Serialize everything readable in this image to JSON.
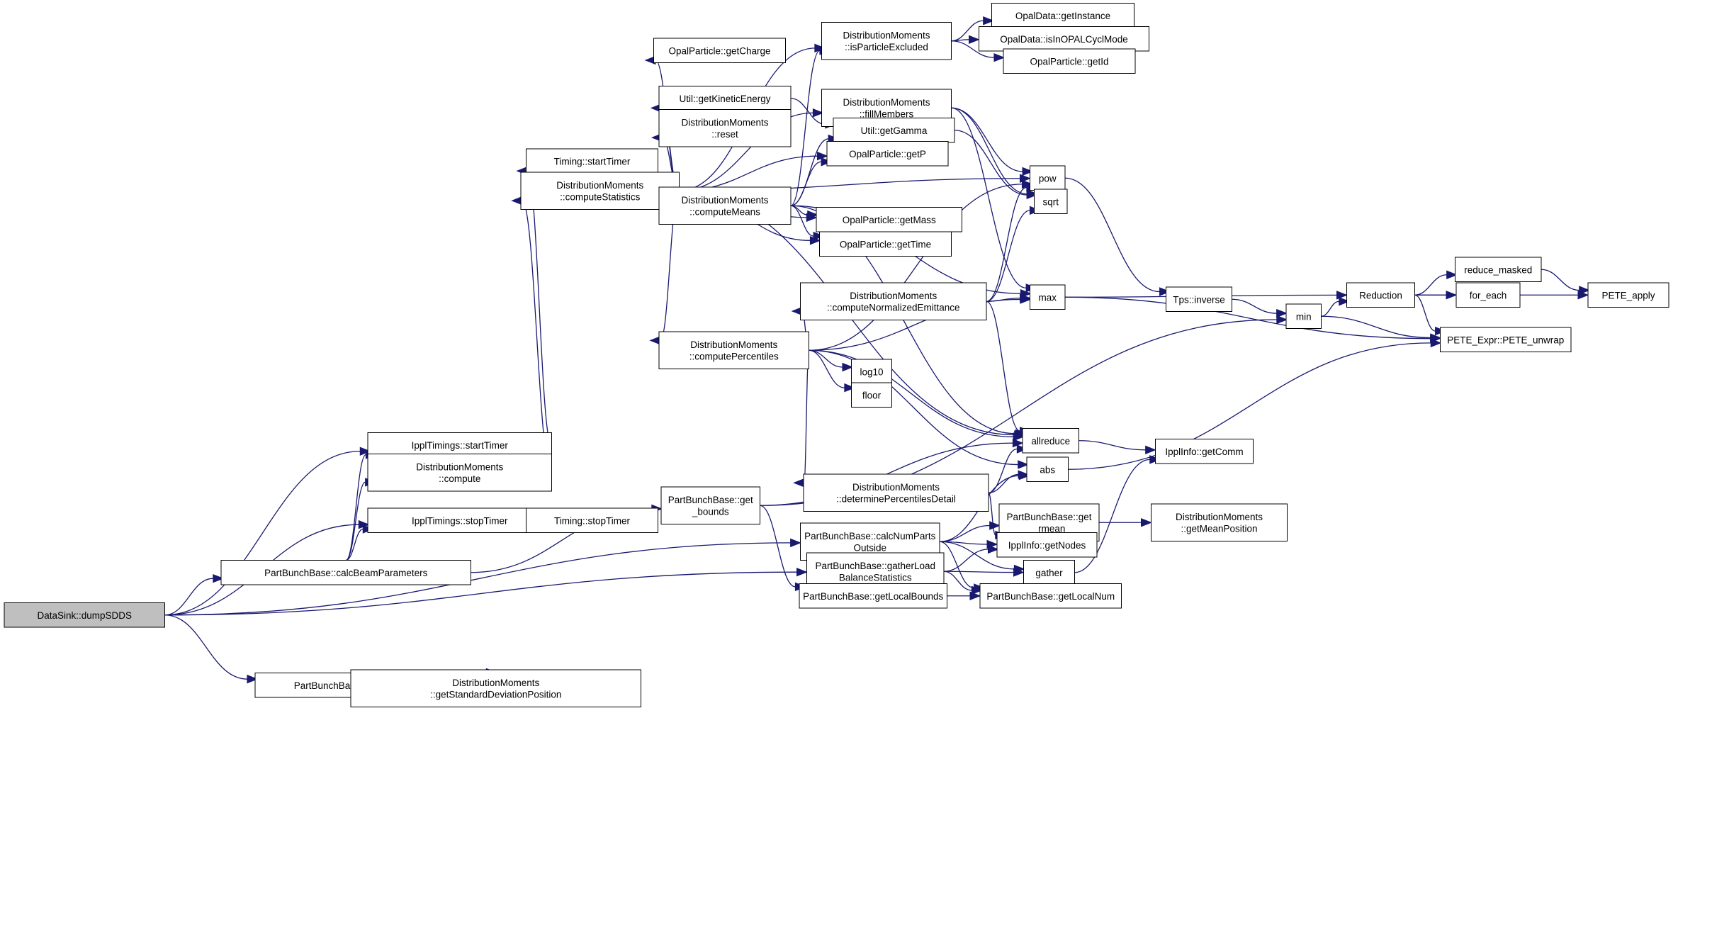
{
  "colors": {
    "edge": "#191970",
    "node_border": "#000000",
    "node_border_truncated": "#ff0000",
    "root_fill": "#bfbfbf",
    "node_fill": "#ffffff"
  },
  "nodes": {
    "dumpSDDS": {
      "lines": [
        "DataSink::dumpSDDS"
      ],
      "root": true
    },
    "calcBeamParameters": {
      "lines": [
        "PartBunchBase::calcBeamParameters"
      ]
    },
    "get_rrms": {
      "lines": [
        "PartBunchBase::get_rrms"
      ]
    },
    "getStdDevPos": {
      "lines": [
        "DistributionMoments",
        "::getStandardDeviationPosition"
      ]
    },
    "ipplStartTimer": {
      "lines": [
        "IpplTimings::startTimer"
      ]
    },
    "dmCompute": {
      "lines": [
        "DistributionMoments",
        "::compute"
      ]
    },
    "ipplStopTimer": {
      "lines": [
        "IpplTimings::stopTimer"
      ]
    },
    "timingStopTimer": {
      "lines": [
        "Timing::stopTimer"
      ]
    },
    "timingStartTimer": {
      "lines": [
        "Timing::startTimer"
      ]
    },
    "computeStatistics": {
      "lines": [
        "DistributionMoments",
        "::computeStatistics"
      ]
    },
    "getCharge": {
      "lines": [
        "OpalParticle::getCharge"
      ]
    },
    "getKineticEnergy": {
      "lines": [
        "Util::getKineticEnergy"
      ]
    },
    "dmReset": {
      "lines": [
        "DistributionMoments",
        "::reset"
      ]
    },
    "computeMeans": {
      "lines": [
        "DistributionMoments",
        "::computeMeans"
      ]
    },
    "computePercentiles": {
      "lines": [
        "DistributionMoments",
        "::computePercentiles"
      ]
    },
    "isParticleExcluded": {
      "lines": [
        "DistributionMoments",
        "::isParticleExcluded"
      ]
    },
    "fillMembers": {
      "lines": [
        "DistributionMoments",
        "::fillMembers"
      ]
    },
    "getGamma": {
      "lines": [
        "Util::getGamma"
      ],
      "truncated": true
    },
    "getP": {
      "lines": [
        "OpalParticle::getP"
      ]
    },
    "getMass": {
      "lines": [
        "OpalParticle::getMass"
      ]
    },
    "getTime": {
      "lines": [
        "OpalParticle::getTime"
      ]
    },
    "getInstance": {
      "lines": [
        "OpalData::getInstance"
      ],
      "truncated": true
    },
    "isInOPALCyclMode": {
      "lines": [
        "OpalData::isInOPALCyclMode"
      ]
    },
    "getId": {
      "lines": [
        "OpalParticle::getId"
      ]
    },
    "computeNormEmit": {
      "lines": [
        "DistributionMoments",
        "::computeNormalizedEmittance"
      ]
    },
    "log10": {
      "lines": [
        "log10"
      ]
    },
    "floor": {
      "lines": [
        "floor"
      ]
    },
    "pow": {
      "lines": [
        "pow"
      ]
    },
    "sqrt": {
      "lines": [
        "sqrt"
      ],
      "truncated": true
    },
    "max": {
      "lines": [
        "max"
      ]
    },
    "allreduce": {
      "lines": [
        "allreduce"
      ]
    },
    "abs": {
      "lines": [
        "abs"
      ]
    },
    "determinePercentilesDetail": {
      "lines": [
        "DistributionMoments",
        "::determinePercentilesDetail"
      ],
      "truncated": true
    },
    "getBounds": {
      "lines": [
        "PartBunchBase::get",
        "_bounds"
      ]
    },
    "calcNumPartsOutside": {
      "lines": [
        "PartBunchBase::calcNumParts",
        "Outside"
      ]
    },
    "gatherLoadBalanceStatistics": {
      "lines": [
        "PartBunchBase::gatherLoad",
        "BalanceStatistics"
      ]
    },
    "getLocalBounds": {
      "lines": [
        "PartBunchBase::getLocalBounds"
      ]
    },
    "getRmean": {
      "lines": [
        "PartBunchBase::get",
        "_rmean"
      ]
    },
    "getNodes": {
      "lines": [
        "IpplInfo::getNodes"
      ]
    },
    "gather": {
      "lines": [
        "gather"
      ]
    },
    "getLocalNum": {
      "lines": [
        "PartBunchBase::getLocalNum"
      ]
    },
    "getMeanPosition": {
      "lines": [
        "DistributionMoments",
        "::getMeanPosition"
      ]
    },
    "getComm": {
      "lines": [
        "IpplInfo::getComm"
      ]
    },
    "tpsInverse": {
      "lines": [
        "Tps::inverse"
      ],
      "truncated": true
    },
    "min": {
      "lines": [
        "min"
      ]
    },
    "reduction": {
      "lines": [
        "Reduction"
      ]
    },
    "reduceMasked": {
      "lines": [
        "reduce_masked"
      ],
      "truncated": true
    },
    "forEach": {
      "lines": [
        "for_each"
      ],
      "truncated": true
    },
    "peteApply": {
      "lines": [
        "PETE_apply"
      ]
    },
    "peteUnwrap": {
      "lines": [
        "PETE_Expr::PETE_unwrap"
      ]
    }
  },
  "edges": [
    [
      "dumpSDDS",
      "ipplStartTimer"
    ],
    [
      "dumpSDDS",
      "calcBeamParameters"
    ],
    [
      "dumpSDDS",
      "ipplStopTimer"
    ],
    [
      "dumpSDDS",
      "calcNumPartsOutside"
    ],
    [
      "dumpSDDS",
      "gatherLoadBalanceStatistics"
    ],
    [
      "dumpSDDS",
      "get_rrms"
    ],
    [
      "calcBeamParameters",
      "ipplStartTimer"
    ],
    [
      "calcBeamParameters",
      "dmCompute"
    ],
    [
      "calcBeamParameters",
      "ipplStopTimer"
    ],
    [
      "calcBeamParameters",
      "getBounds"
    ],
    [
      "get_rrms",
      "getStdDevPos"
    ],
    [
      "ipplStartTimer",
      "timingStartTimer"
    ],
    [
      "ipplStopTimer",
      "timingStopTimer"
    ],
    [
      "dmCompute",
      "computeStatistics"
    ],
    [
      "computeStatistics",
      "isParticleExcluded"
    ],
    [
      "computeStatistics",
      "getCharge"
    ],
    [
      "computeStatistics",
      "pow"
    ],
    [
      "computeStatistics",
      "getKineticEnergy"
    ],
    [
      "computeStatistics",
      "dmReset"
    ],
    [
      "computeStatistics",
      "fillMembers"
    ],
    [
      "computeStatistics",
      "getP"
    ],
    [
      "computeStatistics",
      "computeMeans"
    ],
    [
      "computeStatistics",
      "getMass"
    ],
    [
      "computeStatistics",
      "getTime"
    ],
    [
      "computeStatistics",
      "computePercentiles"
    ],
    [
      "computeStatistics",
      "allreduce"
    ],
    [
      "getKineticEnergy",
      "getGamma"
    ],
    [
      "computeMeans",
      "isParticleExcluded"
    ],
    [
      "computeMeans",
      "getGamma"
    ],
    [
      "computeMeans",
      "getP"
    ],
    [
      "computeMeans",
      "getMass"
    ],
    [
      "computeMeans",
      "getTime"
    ],
    [
      "computeMeans",
      "max"
    ],
    [
      "computeMeans",
      "allreduce"
    ],
    [
      "isParticleExcluded",
      "getInstance"
    ],
    [
      "isParticleExcluded",
      "isInOPALCyclMode"
    ],
    [
      "isParticleExcluded",
      "getId"
    ],
    [
      "fillMembers",
      "pow"
    ],
    [
      "fillMembers",
      "sqrt"
    ],
    [
      "fillMembers",
      "max"
    ],
    [
      "getGamma",
      "sqrt"
    ],
    [
      "computePercentiles",
      "pow"
    ],
    [
      "computePercentiles",
      "computeNormEmit"
    ],
    [
      "computePercentiles",
      "max"
    ],
    [
      "computePercentiles",
      "log10"
    ],
    [
      "computePercentiles",
      "floor"
    ],
    [
      "computePercentiles",
      "allreduce"
    ],
    [
      "computePercentiles",
      "abs"
    ],
    [
      "computePercentiles",
      "determinePercentilesDetail"
    ],
    [
      "computeNormEmit",
      "pow"
    ],
    [
      "computeNormEmit",
      "sqrt"
    ],
    [
      "computeNormEmit",
      "max"
    ],
    [
      "computeNormEmit",
      "allreduce"
    ],
    [
      "determinePercentilesDetail",
      "allreduce"
    ],
    [
      "determinePercentilesDetail",
      "abs"
    ],
    [
      "determinePercentilesDetail",
      "getNodes"
    ],
    [
      "pow",
      "tpsInverse"
    ],
    [
      "max",
      "reduction"
    ],
    [
      "max",
      "peteUnwrap"
    ],
    [
      "tpsInverse",
      "min"
    ],
    [
      "min",
      "reduction"
    ],
    [
      "min",
      "peteUnwrap"
    ],
    [
      "reduction",
      "reduceMasked"
    ],
    [
      "reduction",
      "forEach"
    ],
    [
      "reduction",
      "peteApply"
    ],
    [
      "reduction",
      "peteUnwrap"
    ],
    [
      "reduceMasked",
      "peteApply"
    ],
    [
      "allreduce",
      "getComm"
    ],
    [
      "abs",
      "peteUnwrap"
    ],
    [
      "getBounds",
      "allreduce"
    ],
    [
      "getBounds",
      "min"
    ],
    [
      "getBounds",
      "getLocalBounds"
    ],
    [
      "calcNumPartsOutside",
      "abs"
    ],
    [
      "calcNumPartsOutside",
      "getRmean"
    ],
    [
      "calcNumPartsOutside",
      "getNodes"
    ],
    [
      "calcNumPartsOutside",
      "gather"
    ],
    [
      "calcNumPartsOutside",
      "getLocalNum"
    ],
    [
      "getRmean",
      "getMeanPosition"
    ],
    [
      "gatherLoadBalanceStatistics",
      "getNodes"
    ],
    [
      "gatherLoadBalanceStatistics",
      "gather"
    ],
    [
      "gatherLoadBalanceStatistics",
      "getLocalNum"
    ],
    [
      "gather",
      "getComm"
    ],
    [
      "getLocalBounds",
      "getLocalNum"
    ]
  ]
}
